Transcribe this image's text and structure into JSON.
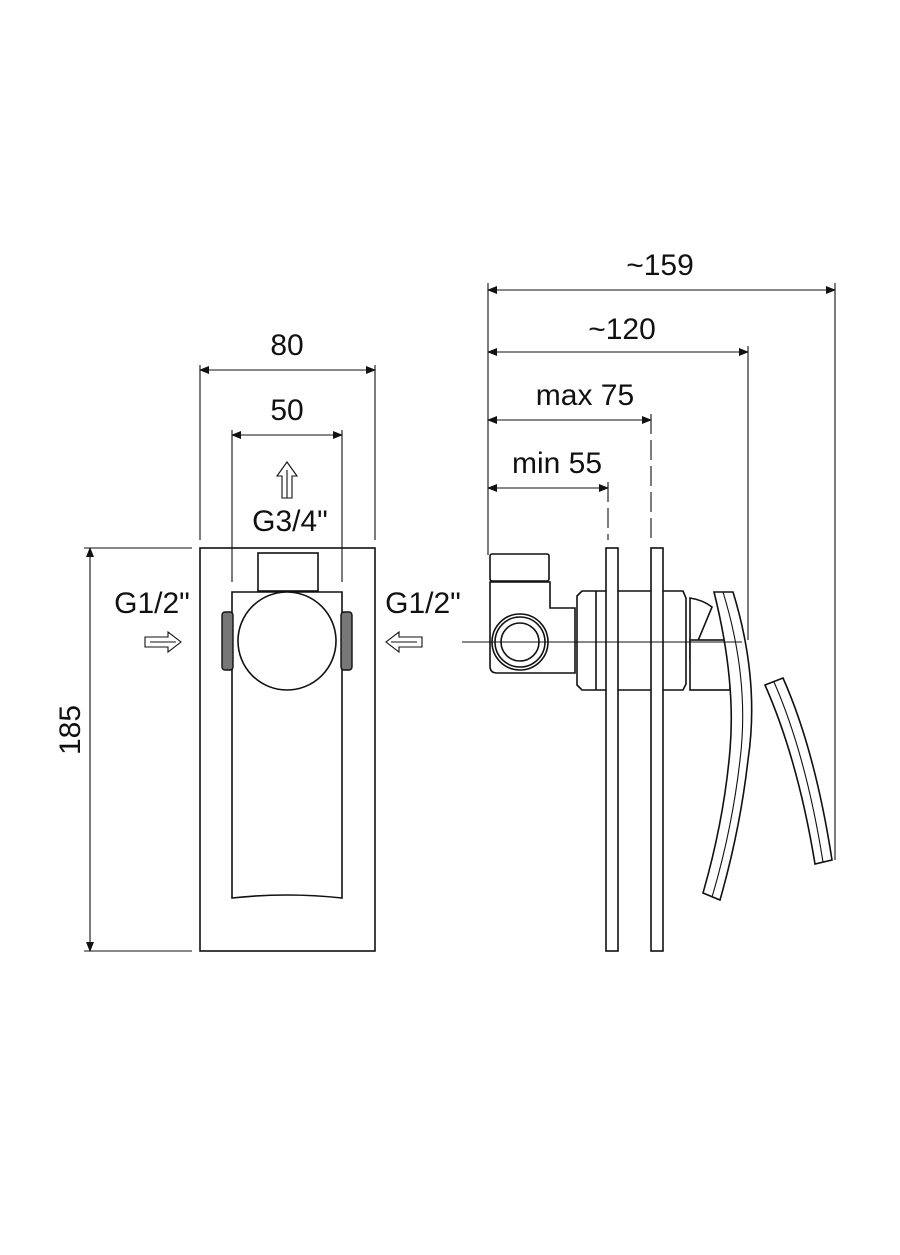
{
  "drawing": {
    "front_view": {
      "width_label": "80",
      "inner_width_label": "50",
      "height_label": "185",
      "outlet_label": "G3/4\"",
      "inlet_left_label": "G1/2\"",
      "inlet_right_label": "G1/2\""
    },
    "side_view": {
      "overall_depth_label": "~159",
      "handle_depth_label": "~120",
      "max_wall_label": "max 75",
      "min_wall_label": "min 55"
    },
    "colors": {
      "line": "#111111",
      "background": "#ffffff",
      "pad_fill": "#777777"
    }
  }
}
